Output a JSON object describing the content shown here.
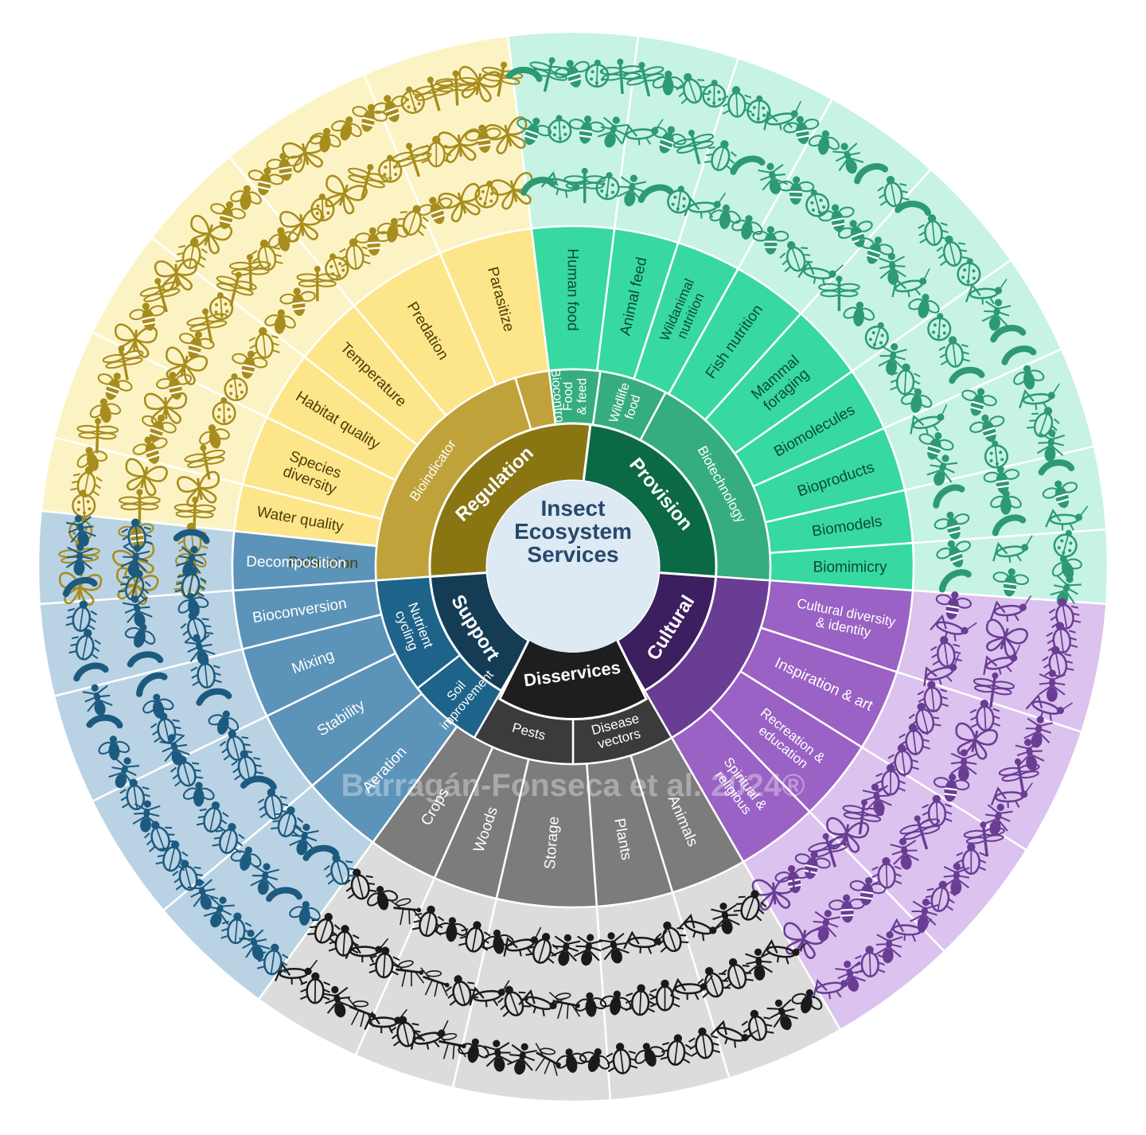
{
  "title": [
    "Insect",
    "Ecosystem",
    "Services"
  ],
  "watermark": "Barragán-Fonseca et al. 2024®",
  "colors": {
    "regulation": {
      "inner": "#8a7513",
      "mid": "#bfa33a",
      "lab": "#fde58a",
      "outer": "#fcf3c4",
      "ink": "#a78d1d",
      "text": "#3d3300",
      "labtext": "#4a3e05"
    },
    "provision": {
      "inner": "#0b6a45",
      "mid": "#36ad7f",
      "lab": "#37d9a0",
      "outer": "#c6f3e4",
      "ink": "#2c9a73",
      "text": "#ffffff",
      "labtext": "#0d4a33"
    },
    "cultural": {
      "inner": "#3c1f5e",
      "mid": "#6a3d94",
      "lab": "#9a62c4",
      "outer": "#dcc2ee",
      "ink": "#6a3d94",
      "text": "#ffffff",
      "labtext": "#ffffff"
    },
    "disservices": {
      "inner": "#1e1e1e",
      "mid": "#3b3b3b",
      "lab": "#7c7c7c",
      "outer": "#dcdcdc",
      "ink": "#1a1a1a",
      "text": "#ffffff",
      "labtext": "#ffffff"
    },
    "support": {
      "inner": "#143c55",
      "mid": "#1e6389",
      "lab": "#5c93b8",
      "outer": "#b9d3e4",
      "ink": "#1c5a80",
      "text": "#ffffff",
      "labtext": "#ffffff"
    },
    "hub": "#dde9f3"
  },
  "categories": [
    {
      "key": "regulation",
      "label": "Regulation",
      "groups": [
        {
          "label": "Bioindicator",
          "items": [
            "Water quality",
            "Species diversity",
            "Habitat quality",
            "Temperature"
          ]
        },
        {
          "label": "Biocontrol",
          "items": [
            "Predation",
            "Parasitize"
          ]
        },
        {
          "label": "",
          "items": [
            "Pollination"
          ]
        }
      ]
    },
    {
      "key": "provision",
      "label": "Provision",
      "groups": [
        {
          "label": "Food & feed",
          "items": [
            "Human food",
            "Animal feed"
          ]
        },
        {
          "label": "Wildlife food",
          "items": [
            "Wildanimal nutrition",
            "Fish nutrition",
            "Mammal foraging"
          ]
        },
        {
          "label": "Biotechnology",
          "items": [
            "Biomolecules",
            "Bioproducts",
            "Biomodels",
            "Biomimicry"
          ]
        }
      ]
    },
    {
      "key": "cultural",
      "label": "Cultural",
      "groups": [
        {
          "label": "",
          "items": [
            "Cultural diversity & identity",
            "Inspiration & art",
            "Recreation & education",
            "Spiritual & religious"
          ]
        }
      ]
    },
    {
      "key": "disservices",
      "label": "Disservices",
      "groups": [
        {
          "label": "Disease vectors",
          "items": [
            "Animals",
            "Plants"
          ]
        },
        {
          "label": "Pests",
          "items": [
            "Storage",
            "Woods",
            "Crops"
          ]
        }
      ]
    },
    {
      "key": "support",
      "label": "Support",
      "groups": [
        {
          "label": "Soil improvement",
          "items": [
            "Aeration",
            "Stability",
            "Mixing"
          ]
        },
        {
          "label": "Nutrient cycling",
          "items": [
            "Bioconversion",
            "Decomposition"
          ]
        }
      ]
    }
  ],
  "icon_names": [
    "beetle-icon",
    "butterfly-icon",
    "bee-icon",
    "ant-icon",
    "dragonfly-icon",
    "grasshopper-icon",
    "fly-icon",
    "ladybug-icon",
    "larva-icon",
    "mosquito-icon"
  ]
}
